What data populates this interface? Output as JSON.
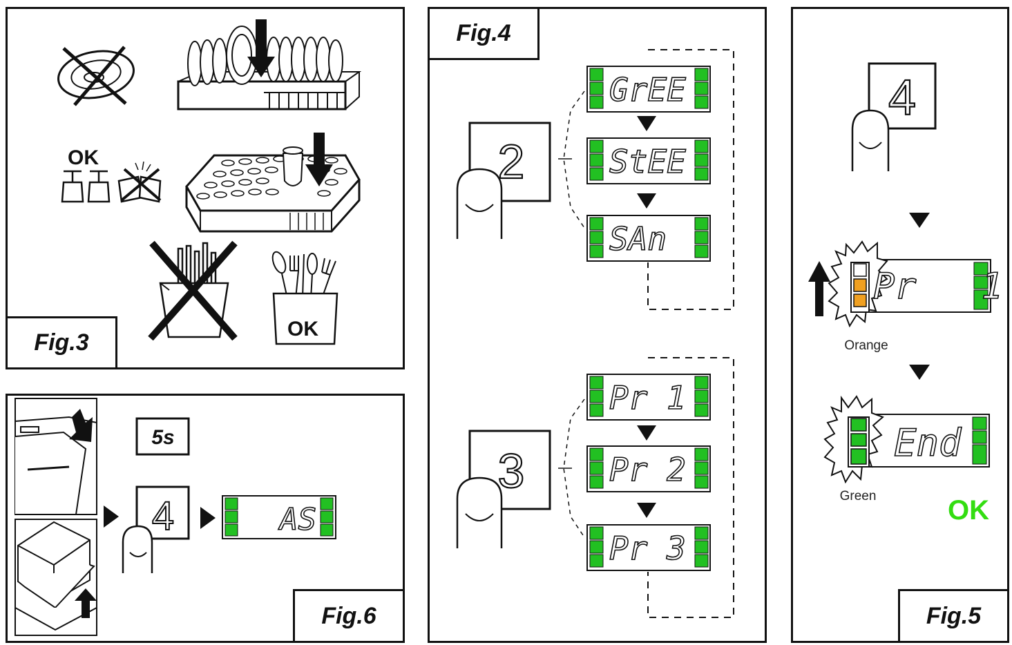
{
  "fig3": {
    "label": "Fig.3",
    "ok_glasses": "OK",
    "ok_cutlery": "OK"
  },
  "fig4": {
    "label": "Fig.4",
    "button_top": "2",
    "button_bottom": "3",
    "displays_top": [
      "GrEE",
      "StEE",
      "SAn"
    ],
    "displays_bottom": [
      "Pr   1",
      "Pr   2",
      "Pr   3"
    ]
  },
  "fig5": {
    "label": "Fig.5",
    "button": "4",
    "display_1": "Pr   1",
    "display_2": "End",
    "orange_label": "Orange",
    "green_label": "Green",
    "ok": "OK"
  },
  "fig6": {
    "label": "Fig.6",
    "timer": "5s",
    "button": "4",
    "display": "AS"
  },
  "colors": {
    "led_green": "#22c022",
    "led_orange": "#f0a020",
    "ok_green": "#33dd11",
    "ink": "#111111"
  },
  "icons": [
    "hand-press-icon",
    "arrow-down-icon",
    "arrow-right-icon",
    "arrow-up-icon",
    "flash-burst-icon",
    "cross-icon"
  ]
}
